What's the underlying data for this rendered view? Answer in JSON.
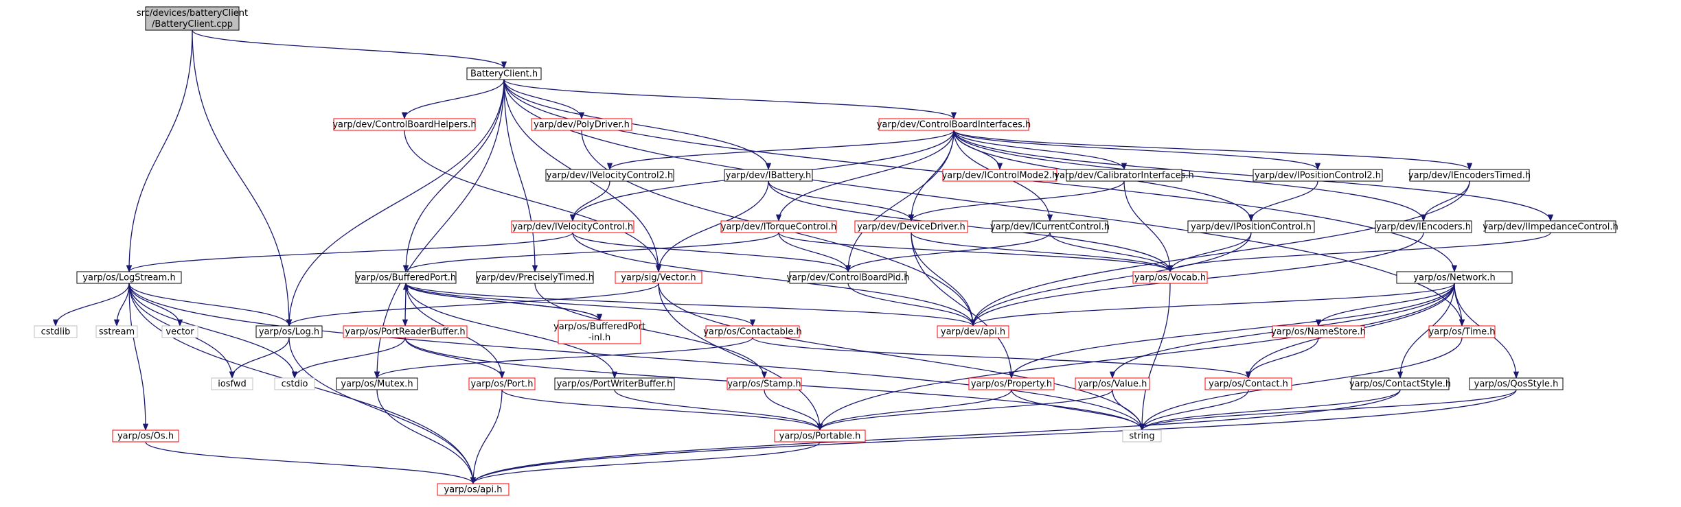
{
  "colors": {
    "root_fill": "#bfbfbf",
    "root_border": "#000000",
    "local_border": "#000000",
    "linked_border": "#ff0000",
    "external_border": "#bfbfbf",
    "external_text": "#7f7f7f",
    "edge": "#191970",
    "background": "#ffffff"
  },
  "legend_note": "Graph styles: root = grey filled, linked headers = red border, plain headers = black border, system headers = grey border/grey text",
  "nodes": [
    {
      "id": "cpp",
      "kind": "root",
      "lines": [
        "src/devices/batteryClient",
        "/BatteryClient.cpp"
      ]
    },
    {
      "id": "bc",
      "kind": "local",
      "lines": [
        "BatteryClient.h"
      ]
    },
    {
      "id": "cbh",
      "kind": "linked",
      "lines": [
        "yarp/dev/ControlBoardHelpers.h"
      ]
    },
    {
      "id": "pd",
      "kind": "linked",
      "lines": [
        "yarp/dev/PolyDriver.h"
      ]
    },
    {
      "id": "cbi",
      "kind": "linked",
      "lines": [
        "yarp/dev/ControlBoardInterfaces.h"
      ]
    },
    {
      "id": "ivc2",
      "kind": "local",
      "lines": [
        "yarp/dev/IVelocityControl2.h"
      ]
    },
    {
      "id": "ib",
      "kind": "local",
      "lines": [
        "yarp/dev/IBattery.h"
      ]
    },
    {
      "id": "icm2",
      "kind": "linked",
      "lines": [
        "yarp/dev/IControlMode2.h"
      ]
    },
    {
      "id": "calib",
      "kind": "local",
      "lines": [
        "yarp/dev/CalibratorInterfaces.h"
      ]
    },
    {
      "id": "ipc2",
      "kind": "local",
      "lines": [
        "yarp/dev/IPositionControl2.h"
      ]
    },
    {
      "id": "iet",
      "kind": "local",
      "lines": [
        "yarp/dev/IEncodersTimed.h"
      ]
    },
    {
      "id": "ivc",
      "kind": "linked",
      "lines": [
        "yarp/dev/IVelocityControl.h"
      ]
    },
    {
      "id": "itc",
      "kind": "linked",
      "lines": [
        "yarp/dev/ITorqueControl.h"
      ]
    },
    {
      "id": "dd",
      "kind": "linked",
      "lines": [
        "yarp/dev/DeviceDriver.h"
      ]
    },
    {
      "id": "icc",
      "kind": "local",
      "lines": [
        "yarp/dev/ICurrentControl.h"
      ]
    },
    {
      "id": "ipc",
      "kind": "local",
      "lines": [
        "yarp/dev/IPositionControl.h"
      ]
    },
    {
      "id": "ienc",
      "kind": "local",
      "lines": [
        "yarp/dev/IEncoders.h"
      ]
    },
    {
      "id": "iimp",
      "kind": "local",
      "lines": [
        "yarp/dev/IImpedanceControl.h"
      ]
    },
    {
      "id": "ls",
      "kind": "local",
      "lines": [
        "yarp/os/LogStream.h"
      ]
    },
    {
      "id": "bp",
      "kind": "local",
      "lines": [
        "yarp/os/BufferedPort.h"
      ]
    },
    {
      "id": "pt",
      "kind": "local",
      "lines": [
        "yarp/dev/PreciselyTimed.h"
      ]
    },
    {
      "id": "vec",
      "kind": "linked",
      "lines": [
        "yarp/sig/Vector.h"
      ]
    },
    {
      "id": "cbp",
      "kind": "local",
      "lines": [
        "yarp/dev/ControlBoardPid.h"
      ]
    },
    {
      "id": "vocab",
      "kind": "linked",
      "lines": [
        "yarp/os/Vocab.h"
      ]
    },
    {
      "id": "net",
      "kind": "local",
      "lines": [
        "yarp/os/Network.h"
      ]
    },
    {
      "id": "cstdlib",
      "kind": "external",
      "lines": [
        "cstdlib"
      ]
    },
    {
      "id": "sstream",
      "kind": "external",
      "lines": [
        "sstream"
      ]
    },
    {
      "id": "vector",
      "kind": "external",
      "lines": [
        "vector"
      ]
    },
    {
      "id": "log",
      "kind": "local",
      "lines": [
        "yarp/os/Log.h"
      ]
    },
    {
      "id": "prb",
      "kind": "linked",
      "lines": [
        "yarp/os/PortReaderBuffer.h"
      ]
    },
    {
      "id": "bpinl",
      "kind": "linked",
      "lines": [
        "yarp/os/BufferedPort",
        "-inl.h"
      ]
    },
    {
      "id": "contactable",
      "kind": "linked",
      "lines": [
        "yarp/os/Contactable.h"
      ]
    },
    {
      "id": "devapi",
      "kind": "linked",
      "lines": [
        "yarp/dev/api.h"
      ]
    },
    {
      "id": "ns",
      "kind": "linked",
      "lines": [
        "yarp/os/NameStore.h"
      ]
    },
    {
      "id": "time",
      "kind": "linked",
      "lines": [
        "yarp/os/Time.h"
      ]
    },
    {
      "id": "iosfwd",
      "kind": "external",
      "lines": [
        "iosfwd"
      ]
    },
    {
      "id": "cstdio",
      "kind": "external",
      "lines": [
        "cstdio"
      ]
    },
    {
      "id": "mutex",
      "kind": "local",
      "lines": [
        "yarp/os/Mutex.h"
      ]
    },
    {
      "id": "port",
      "kind": "linked",
      "lines": [
        "yarp/os/Port.h"
      ]
    },
    {
      "id": "pwb",
      "kind": "local",
      "lines": [
        "yarp/os/PortWriterBuffer.h"
      ]
    },
    {
      "id": "stamp",
      "kind": "linked",
      "lines": [
        "yarp/os/Stamp.h"
      ]
    },
    {
      "id": "prop",
      "kind": "linked",
      "lines": [
        "yarp/os/Property.h"
      ]
    },
    {
      "id": "value",
      "kind": "linked",
      "lines": [
        "yarp/os/Value.h"
      ]
    },
    {
      "id": "contact",
      "kind": "linked",
      "lines": [
        "yarp/os/Contact.h"
      ]
    },
    {
      "id": "cstyle",
      "kind": "local",
      "lines": [
        "yarp/os/ContactStyle.h"
      ]
    },
    {
      "id": "qos",
      "kind": "local",
      "lines": [
        "yarp/os/QosStyle.h"
      ]
    },
    {
      "id": "string",
      "kind": "external",
      "lines": [
        "string"
      ]
    },
    {
      "id": "portable",
      "kind": "linked",
      "lines": [
        "yarp/os/Portable.h"
      ]
    },
    {
      "id": "os",
      "kind": "linked",
      "lines": [
        "yarp/os/Os.h"
      ]
    },
    {
      "id": "osapi",
      "kind": "linked",
      "lines": [
        "yarp/os/api.h"
      ]
    }
  ],
  "edges": [
    [
      "cpp",
      "bc"
    ],
    [
      "cpp",
      "ls"
    ],
    [
      "cpp",
      "log"
    ],
    [
      "bc",
      "cbh"
    ],
    [
      "bc",
      "pd"
    ],
    [
      "bc",
      "cbi"
    ],
    [
      "bc",
      "ib"
    ],
    [
      "bc",
      "bp"
    ],
    [
      "bc",
      "pt"
    ],
    [
      "bc",
      "vec"
    ],
    [
      "bc",
      "net"
    ],
    [
      "bc",
      "time"
    ],
    [
      "bc",
      "mutex"
    ],
    [
      "bc",
      "log"
    ],
    [
      "cbh",
      "vec"
    ],
    [
      "pd",
      "devapi"
    ],
    [
      "cbi",
      "ivc2"
    ],
    [
      "cbi",
      "icm2"
    ],
    [
      "cbi",
      "calib"
    ],
    [
      "cbi",
      "ipc2"
    ],
    [
      "cbi",
      "iet"
    ],
    [
      "cbi",
      "ivc"
    ],
    [
      "cbi",
      "itc"
    ],
    [
      "cbi",
      "dd"
    ],
    [
      "cbi",
      "icc"
    ],
    [
      "cbi",
      "ipc"
    ],
    [
      "cbi",
      "ienc"
    ],
    [
      "cbi",
      "iimp"
    ],
    [
      "cbi",
      "cbp"
    ],
    [
      "ivc2",
      "ivc"
    ],
    [
      "ib",
      "dd"
    ],
    [
      "ib",
      "vec"
    ],
    [
      "ib",
      "vocab"
    ],
    [
      "calib",
      "dd"
    ],
    [
      "calib",
      "vocab"
    ],
    [
      "ipc2",
      "ipc"
    ],
    [
      "iet",
      "ienc"
    ],
    [
      "iet",
      "devapi"
    ],
    [
      "ivc",
      "ls"
    ],
    [
      "ivc",
      "cbp"
    ],
    [
      "ivc",
      "devapi"
    ],
    [
      "itc",
      "bp"
    ],
    [
      "itc",
      "cbp"
    ],
    [
      "itc",
      "vocab"
    ],
    [
      "dd",
      "devapi"
    ],
    [
      "dd",
      "prop"
    ],
    [
      "dd",
      "vocab"
    ],
    [
      "icc",
      "cbp"
    ],
    [
      "icc",
      "vocab"
    ],
    [
      "ipc",
      "vocab"
    ],
    [
      "ipc",
      "devapi"
    ],
    [
      "ienc",
      "devapi"
    ],
    [
      "iimp",
      "vocab"
    ],
    [
      "ls",
      "cstdlib"
    ],
    [
      "ls",
      "sstream"
    ],
    [
      "ls",
      "vector"
    ],
    [
      "ls",
      "iosfwd"
    ],
    [
      "ls",
      "log"
    ],
    [
      "ls",
      "os"
    ],
    [
      "ls",
      "osapi"
    ],
    [
      "ls",
      "cstdio"
    ],
    [
      "ls",
      "string"
    ],
    [
      "bp",
      "prb"
    ],
    [
      "bp",
      "bpinl"
    ],
    [
      "bp",
      "contactable"
    ],
    [
      "bp",
      "port"
    ],
    [
      "bp",
      "pwb"
    ],
    [
      "bp",
      "devapi"
    ],
    [
      "pt",
      "stamp"
    ],
    [
      "vec",
      "log"
    ],
    [
      "vec",
      "portable"
    ],
    [
      "vec",
      "string"
    ],
    [
      "cbp",
      "devapi"
    ],
    [
      "vocab",
      "string"
    ],
    [
      "net",
      "devapi"
    ],
    [
      "net",
      "ns"
    ],
    [
      "net",
      "time"
    ],
    [
      "net",
      "value"
    ],
    [
      "net",
      "prop"
    ],
    [
      "net",
      "contact"
    ],
    [
      "net",
      "cstyle"
    ],
    [
      "net",
      "qos"
    ],
    [
      "net",
      "portable"
    ],
    [
      "log",
      "iosfwd"
    ],
    [
      "log",
      "osapi"
    ],
    [
      "prb",
      "cstdio"
    ],
    [
      "prb",
      "port"
    ],
    [
      "prb",
      "string"
    ],
    [
      "bpinl",
      "bp"
    ],
    [
      "contactable",
      "mutex"
    ],
    [
      "contactable",
      "contact"
    ],
    [
      "ns",
      "contact"
    ],
    [
      "time",
      "string"
    ],
    [
      "mutex",
      "osapi"
    ],
    [
      "port",
      "portable"
    ],
    [
      "port",
      "osapi"
    ],
    [
      "pwb",
      "portable"
    ],
    [
      "stamp",
      "portable"
    ],
    [
      "prop",
      "portable"
    ],
    [
      "prop",
      "string"
    ],
    [
      "value",
      "portable"
    ],
    [
      "value",
      "string"
    ],
    [
      "contact",
      "string"
    ],
    [
      "cstyle",
      "string"
    ],
    [
      "cstyle",
      "osapi"
    ],
    [
      "qos",
      "string"
    ],
    [
      "qos",
      "osapi"
    ],
    [
      "portable",
      "osapi"
    ],
    [
      "os",
      "osapi"
    ]
  ]
}
